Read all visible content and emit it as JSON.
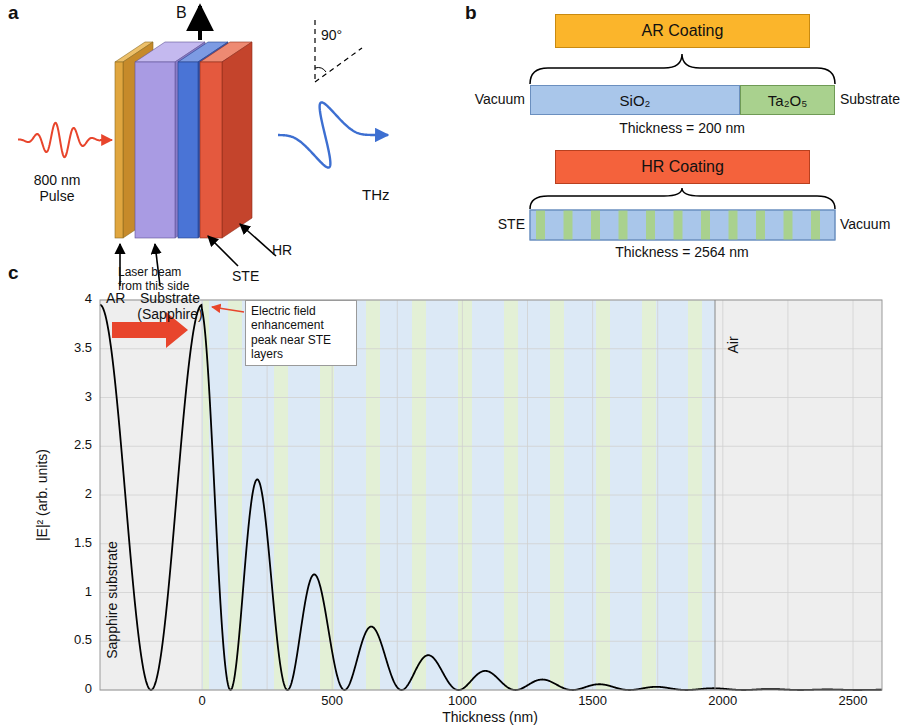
{
  "diagram": {
    "nodes": [
      {
        "text": [
          "AR Coating"
        ]
      },
      {
        "text": [
          "SiO₂"
        ]
      },
      {
        "text": [
          "Ta₂O₅"
        ]
      },
      {
        "text": [
          "HR Coating"
        ]
      },
      {
        "text": [
          "Sapphire substrate"
        ]
      },
      {
        "text": [
          "Air"
        ]
      },
      {
        "text": [
          "Electric field enhancement peak near STE layers"
        ]
      }
    ],
    "labels": [
      "a",
      "B",
      "90°",
      "THz",
      "800 nm Pulse",
      "AR",
      "Substrate (Sapphire)",
      "STE",
      "HR",
      "b",
      "Vacuum",
      "Substrate",
      "Thickness = 200 nm",
      "STE",
      "Vacuum",
      "Thickness = 2564 nm",
      "c",
      "Laser beam from this side",
      "|E|² (arb. units)",
      "0",
      "0.5",
      "1",
      "1.5",
      "2",
      "2.5",
      "3",
      "3.5",
      "4",
      "0",
      "500",
      "1000",
      "1500",
      "2000",
      "2500",
      "Thickness (nm)"
    ]
  }
}
